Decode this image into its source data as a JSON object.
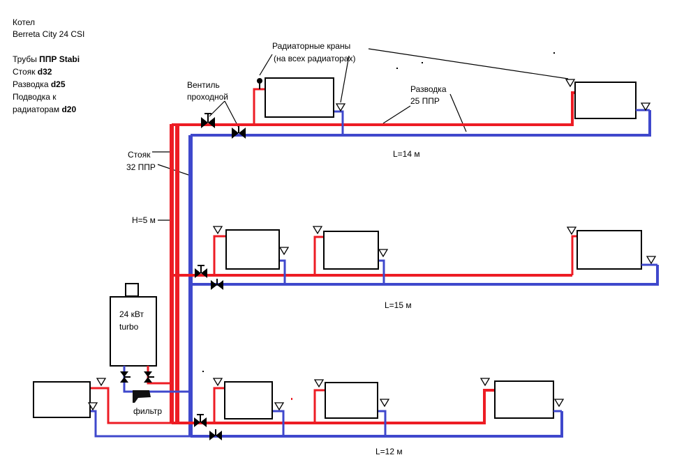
{
  "notes": {
    "boiler_heading": "Котел",
    "boiler_model": "Berreta City 24 CSI",
    "pipes_prefix": "Трубы ",
    "pipes_value": "ППР Stabi",
    "riser_prefix": "Стояк ",
    "riser_value": "d32",
    "distribution_prefix": "Разводка ",
    "distribution_value": "d25",
    "supply_line1": "Подводка к",
    "supply_prefix": "радиаторам ",
    "supply_value": "d20"
  },
  "labels": {
    "radiator_taps_line1": "Радиаторные краны",
    "radiator_taps_line2": "(на всех радиаторах)",
    "valve_line1": "Вентиль",
    "valve_line2": "проходной",
    "distribution_line1": "Разводка",
    "distribution_line2": "25 ППР",
    "riser_line1": "Стояк",
    "riser_line2": "32 ППР",
    "height": "H=5 м",
    "filter": "фильтр",
    "boiler_power": "24 кВт",
    "boiler_type": "turbo"
  },
  "floors": [
    {
      "length": "L=14 м"
    },
    {
      "length": "L=15 м"
    },
    {
      "length": "L=12 м"
    }
  ],
  "colors": {
    "supply_pipe": "#ed1c24",
    "return_pipe": "#3f48cc",
    "outline": "#000000"
  }
}
